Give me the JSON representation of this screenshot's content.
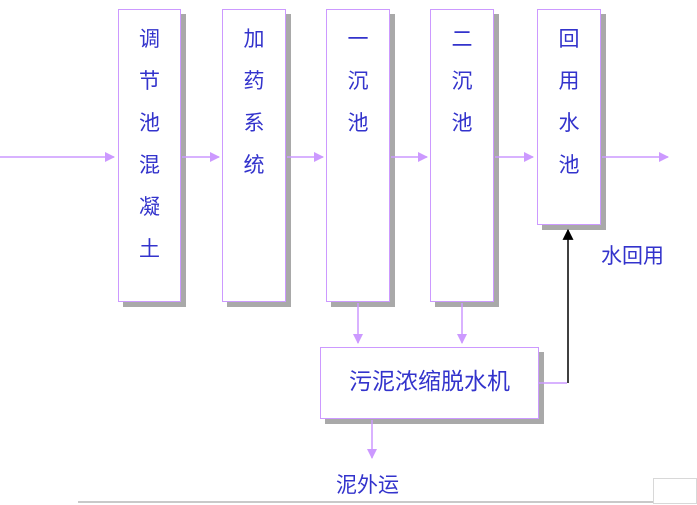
{
  "diagram": {
    "boxes": [
      {
        "id": "regulating-tank",
        "label": "调节池混凝土"
      },
      {
        "id": "dosing-system",
        "label": "加药系统"
      },
      {
        "id": "primary-sedimentation-tank",
        "label": "一沉池"
      },
      {
        "id": "secondary-sedimentation-tank",
        "label": "二沉池"
      },
      {
        "id": "reuse-water-tank",
        "label": "回用水池"
      },
      {
        "id": "sludge-thickening-dewatering-machine",
        "label": "污泥浓缩脱水机"
      }
    ],
    "annotations": [
      {
        "id": "water-reuse",
        "text": "水回用"
      },
      {
        "id": "sludge-transport-out",
        "text": "泥外运"
      }
    ],
    "colors": {
      "box_border": "#cc99ff",
      "box_shadow": "#a9a9a9",
      "label_text": "#3333cc",
      "flow_arrow": "#cc99ff",
      "return_arrow": "#000000"
    }
  }
}
